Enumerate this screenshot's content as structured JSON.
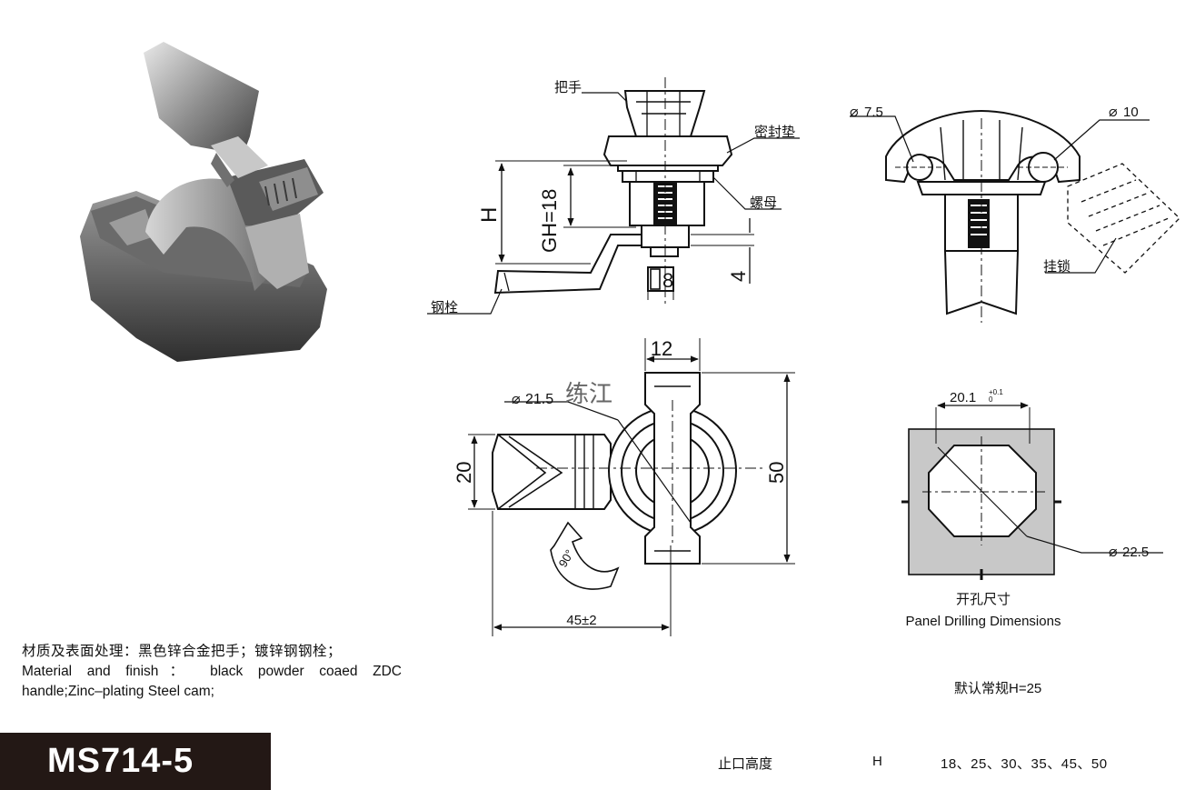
{
  "labels": {
    "handle": "把手",
    "gasket": "密封垫",
    "nut": "螺母",
    "bolt": "钢栓",
    "padlock": "挂锁",
    "dim_h": "H",
    "dim_gh": "GH=18",
    "dim_8": "8",
    "dim_4": "4",
    "dim_d75": "7.5",
    "dim_d10": "10",
    "dim_12": "12",
    "dim_d215": "21.5",
    "watermark": "练江",
    "dim_20": "20",
    "dim_50": "50",
    "dim_45": "45±2",
    "rotation": "90°",
    "dim_201": "20.1",
    "tol_plus": "+0.1",
    "tol_zero": "0",
    "dim_d225": "22.5",
    "panel_zh": "开孔尺寸",
    "panel_en": "Panel Drilling Dimensions"
  },
  "material": {
    "line_zh": "材质及表面处理：黑色锌合金把手；镀锌钢钢栓；",
    "line_en1": "Material and finish： black powder coaed ZDC",
    "line_en2": "handle;Zinc–plating Steel cam;"
  },
  "model": "MS714-5",
  "default_note": "默认常规H=25",
  "spec": {
    "label": "止口高度",
    "symbol": "H",
    "values": "18、25、30、35、45、50"
  },
  "colors": {
    "badge": "#231815",
    "panel_fill": "#c8c8c8",
    "line": "#111111"
  }
}
